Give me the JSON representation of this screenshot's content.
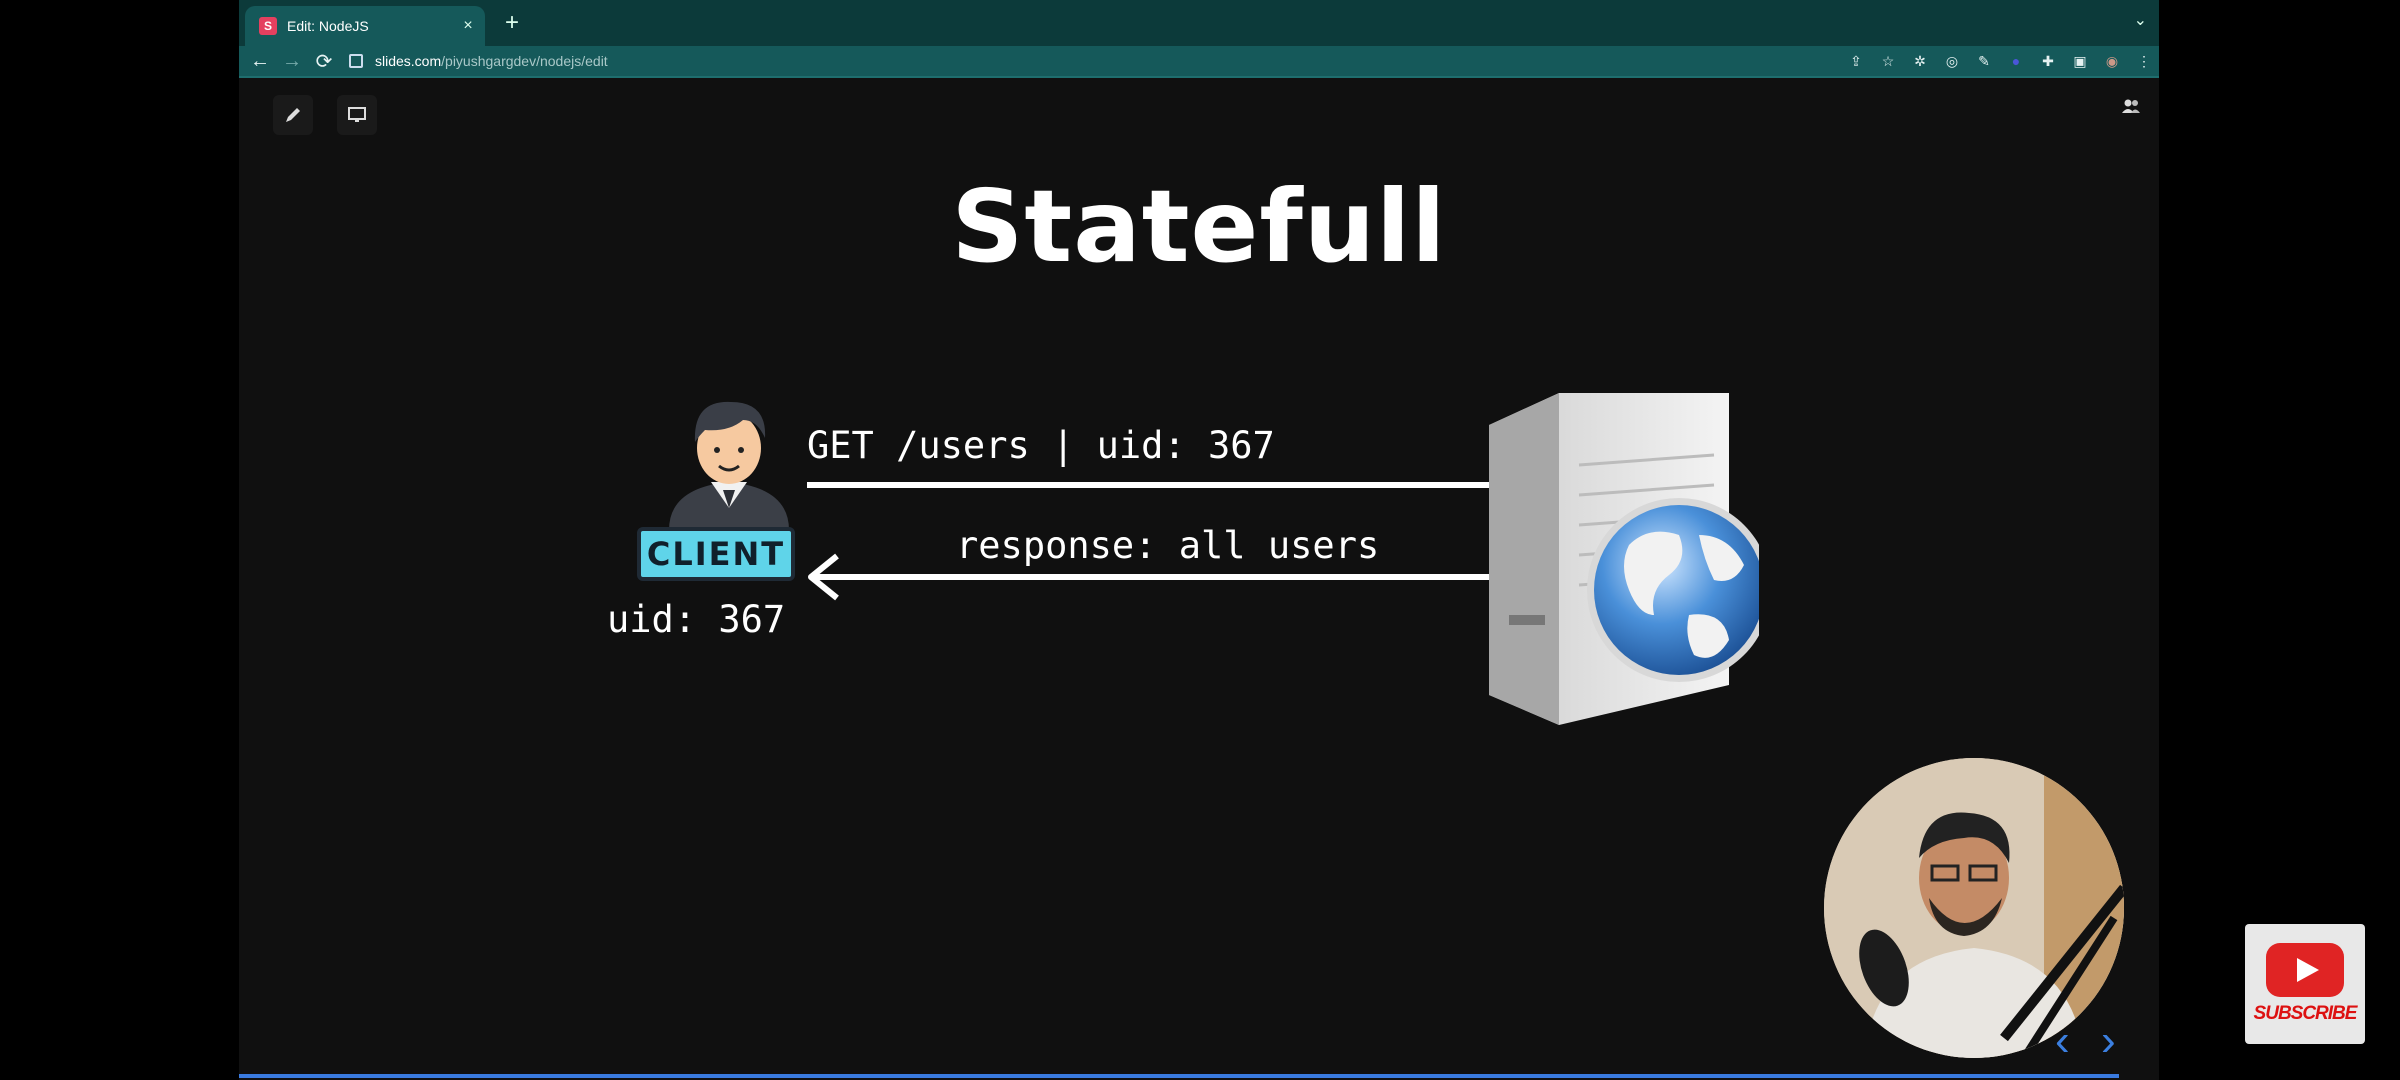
{
  "browser": {
    "tab_title": "Edit: NodeJS",
    "favicon_letter": "S",
    "tab_close": "×",
    "new_tab": "+",
    "address_host": "slides.com",
    "address_path": "/piyushgargdev/nodejs/edit"
  },
  "slide": {
    "title": "Statefull",
    "request_label": "GET /users | uid: 367",
    "response_label": "response: all users",
    "client_badge": "CLIENT",
    "client_uid": "uid: 367"
  },
  "overlay": {
    "subscribe_label": "SUBSCRIBE"
  },
  "colors": {
    "accent": "#3a7be0",
    "badge": "#5fd4e9",
    "chrome": "#15595a"
  }
}
